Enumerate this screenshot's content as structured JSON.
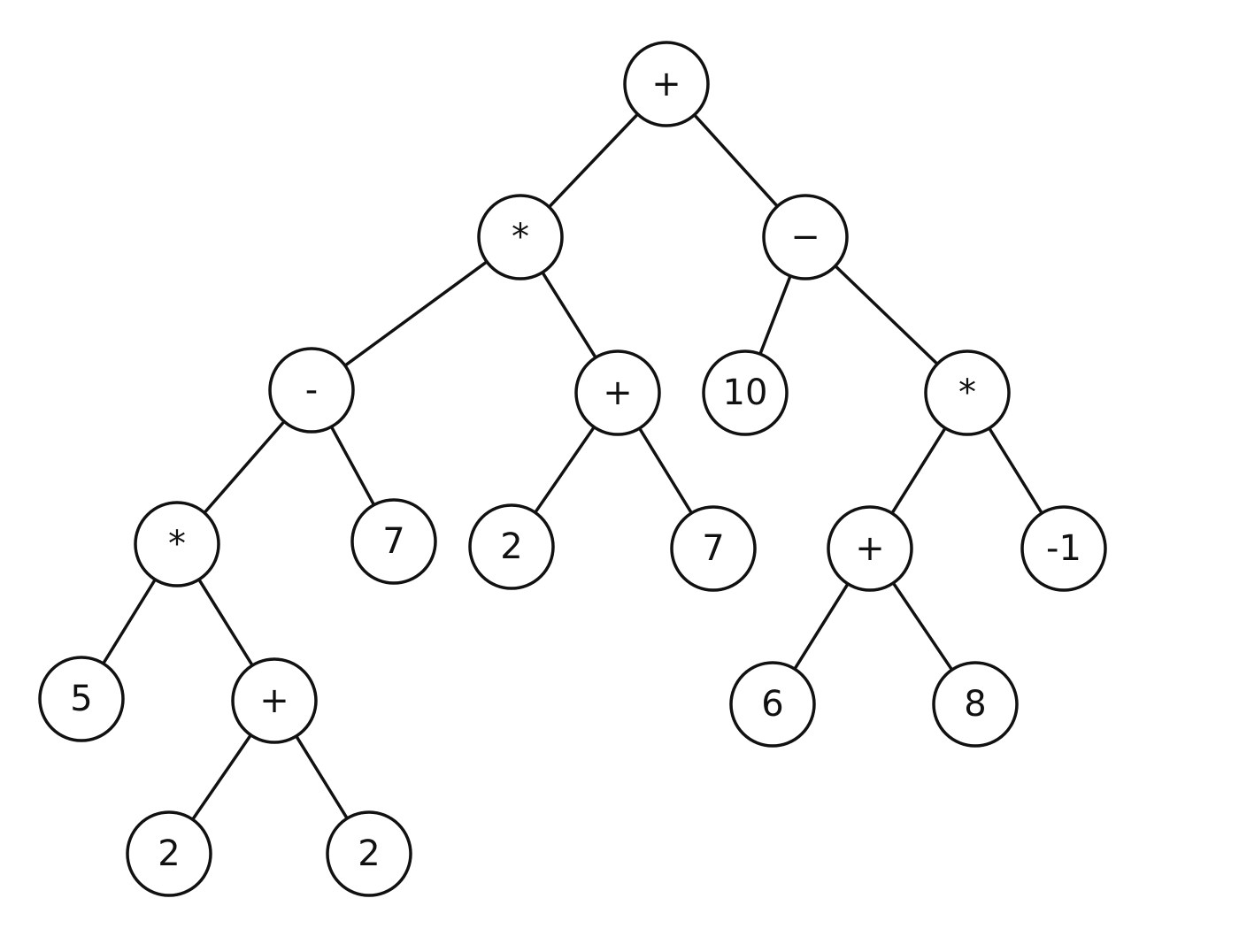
{
  "tree": {
    "nodes": [
      {
        "id": "n1",
        "label": "+",
        "kind": "operator"
      },
      {
        "id": "n2",
        "label": "*",
        "kind": "operator"
      },
      {
        "id": "n3",
        "label": "−",
        "kind": "operator"
      },
      {
        "id": "n4",
        "label": "-",
        "kind": "operator"
      },
      {
        "id": "n5",
        "label": "+",
        "kind": "operator"
      },
      {
        "id": "n6",
        "label": "10",
        "kind": "operand"
      },
      {
        "id": "n7",
        "label": "*",
        "kind": "operator"
      },
      {
        "id": "n8",
        "label": "*",
        "kind": "operator"
      },
      {
        "id": "n9",
        "label": "7",
        "kind": "operand"
      },
      {
        "id": "n10",
        "label": "2",
        "kind": "operand"
      },
      {
        "id": "n11",
        "label": "7",
        "kind": "operand"
      },
      {
        "id": "n12",
        "label": "+",
        "kind": "operator"
      },
      {
        "id": "n13",
        "label": "-1",
        "kind": "operand"
      },
      {
        "id": "n14",
        "label": "5",
        "kind": "operand"
      },
      {
        "id": "n15",
        "label": "+",
        "kind": "operator"
      },
      {
        "id": "n16",
        "label": "6",
        "kind": "operand"
      },
      {
        "id": "n17",
        "label": "8",
        "kind": "operand"
      },
      {
        "id": "n18",
        "label": "2",
        "kind": "operand"
      },
      {
        "id": "n19",
        "label": "2",
        "kind": "operand"
      }
    ],
    "edges": [
      [
        "n1",
        "n2"
      ],
      [
        "n1",
        "n3"
      ],
      [
        "n2",
        "n4"
      ],
      [
        "n2",
        "n5"
      ],
      [
        "n3",
        "n6"
      ],
      [
        "n3",
        "n7"
      ],
      [
        "n4",
        "n8"
      ],
      [
        "n4",
        "n9"
      ],
      [
        "n5",
        "n10"
      ],
      [
        "n5",
        "n11"
      ],
      [
        "n7",
        "n12"
      ],
      [
        "n7",
        "n13"
      ],
      [
        "n8",
        "n14"
      ],
      [
        "n8",
        "n15"
      ],
      [
        "n12",
        "n16"
      ],
      [
        "n12",
        "n17"
      ],
      [
        "n15",
        "n18"
      ],
      [
        "n15",
        "n19"
      ]
    ]
  }
}
